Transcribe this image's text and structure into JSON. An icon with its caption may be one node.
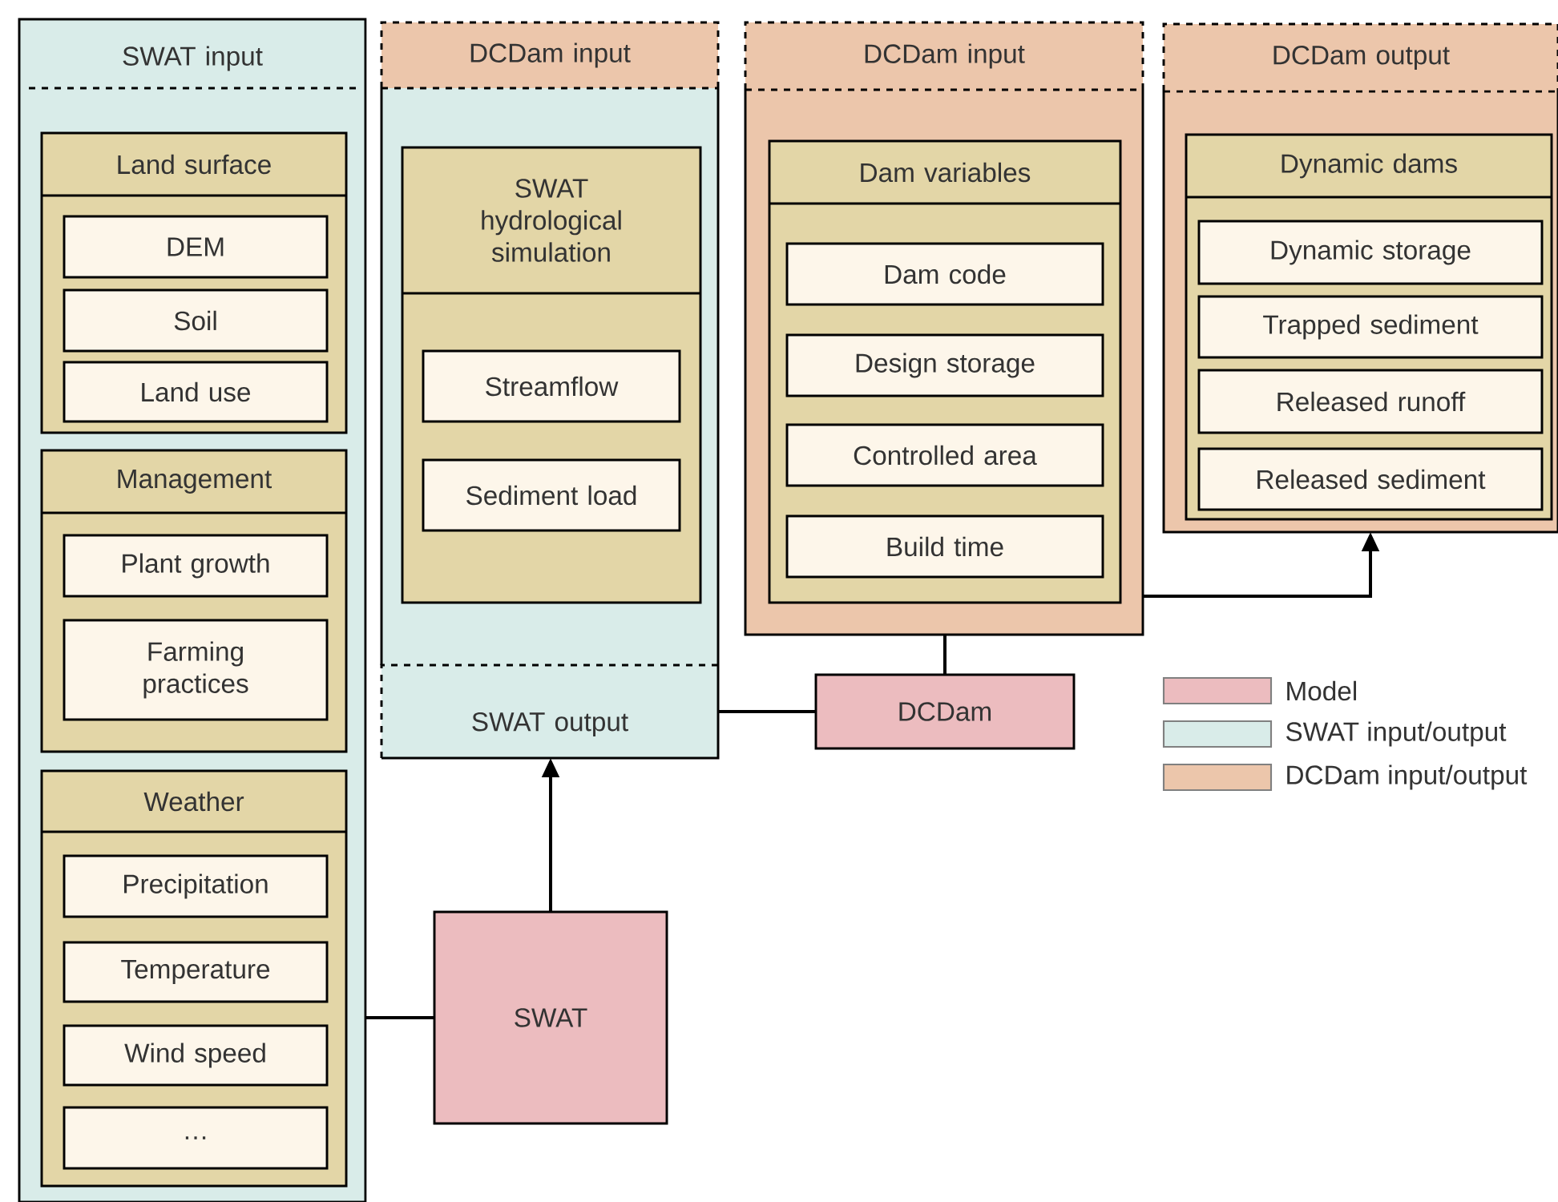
{
  "diagram": {
    "nodes": [
      {
        "text": [
          "SWAT input"
        ]
      },
      {
        "text": [
          "Land surface"
        ],
        "in": 0
      },
      {
        "text": [
          "DEM"
        ],
        "in": 1
      },
      {
        "text": [
          "Soil"
        ],
        "in": 1
      },
      {
        "text": [
          "Land use"
        ],
        "in": 1
      },
      {
        "text": [
          "Management"
        ],
        "in": 0
      },
      {
        "text": [
          "Plant growth"
        ],
        "in": 5
      },
      {
        "text": [
          "Farming practices"
        ],
        "in": 5
      },
      {
        "text": [
          "Weather"
        ],
        "in": 0
      },
      {
        "text": [
          "Precipitation"
        ],
        "in": 8
      },
      {
        "text": [
          "Temperature"
        ],
        "in": 8
      },
      {
        "text": [
          "Wind speed"
        ],
        "in": 8
      },
      {
        "text": [
          "…"
        ],
        "in": 8
      },
      {
        "text": [
          "DCDam input",
          "SWAT output"
        ]
      },
      {
        "text": [
          "SWAT hydrological simulation"
        ],
        "in": 13
      },
      {
        "text": [
          "Streamflow"
        ],
        "in": 14
      },
      {
        "text": [
          "Sediment load"
        ],
        "in": 14
      },
      {
        "text": [
          "DCDam input"
        ]
      },
      {
        "text": [
          "Dam variables"
        ],
        "in": 17
      },
      {
        "text": [
          "Dam code"
        ],
        "in": 18
      },
      {
        "text": [
          "Design storage"
        ],
        "in": 18
      },
      {
        "text": [
          "Controlled area"
        ],
        "in": 18
      },
      {
        "text": [
          "Build time"
        ],
        "in": 18
      },
      {
        "text": [
          "DCDam output"
        ]
      },
      {
        "text": [
          "Dynamic dams"
        ],
        "in": 23
      },
      {
        "text": [
          "Dynamic storage"
        ],
        "in": 24
      },
      {
        "text": [
          "Trapped sediment"
        ],
        "in": 24
      },
      {
        "text": [
          "Released runoff"
        ],
        "in": 24
      },
      {
        "text": [
          "Released sediment"
        ],
        "in": 24
      },
      {
        "text": [
          "SWAT"
        ]
      },
      {
        "text": [
          "DCDam"
        ]
      }
    ],
    "edges": [
      {
        "from": 0,
        "to": 29,
        "arrow": "none"
      },
      {
        "from": 29,
        "to": 13,
        "arrow": "to"
      },
      {
        "from": 13,
        "to": 30,
        "arrow": "none"
      },
      {
        "from": 30,
        "to": 17,
        "arrow": "none"
      },
      {
        "from": 17,
        "to": 23,
        "arrow": "to"
      }
    ],
    "legend": [
      {
        "text": "Model",
        "color": "#ecbcbf"
      },
      {
        "text": "SWAT input/output",
        "color": "#d9ece9"
      },
      {
        "text": "DCDam input/output",
        "color": "#ecc6ab"
      }
    ]
  }
}
